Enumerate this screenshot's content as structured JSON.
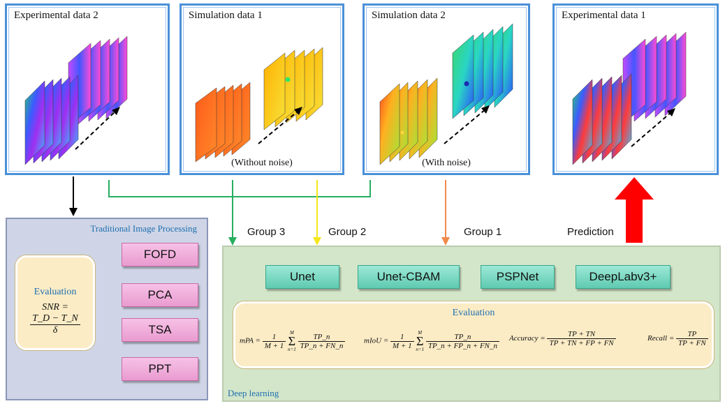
{
  "panels": [
    {
      "title": "Experimental data 2",
      "note": ""
    },
    {
      "title": "Simulation data 1",
      "note": "(Without noise)"
    },
    {
      "title": "Simulation data 2",
      "note": "(With noise)"
    },
    {
      "title": "Experimental data 1",
      "note": ""
    }
  ],
  "groups": {
    "g3": "Group 3",
    "g2": "Group 2",
    "g1": "Group 1",
    "pred": "Prediction"
  },
  "traditional": {
    "title": "Traditional Image Processing",
    "eval_title": "Evaluation",
    "snr": {
      "lhs": "SNR",
      "num": "T_D − T_N",
      "den": "δ"
    },
    "methods": [
      "FOFD",
      "PCA",
      "TSA",
      "PPT"
    ]
  },
  "deep": {
    "title": "Deep learning",
    "models": [
      "Unet",
      "Unet-CBAM",
      "PSPNet",
      "DeepLabv3+"
    ],
    "eval_title": "Evaluation",
    "metrics": {
      "mpa": {
        "lhs": "mPA",
        "pre_num": "1",
        "pre_den": "M + 1",
        "num": "TP_n",
        "den": "TP_n + FN_n"
      },
      "miou": {
        "lhs": "mIoU",
        "pre_num": "1",
        "pre_den": "M + 1",
        "num": "TP_n",
        "den": "TP_n + FP_n + FN_n"
      },
      "acc": {
        "lhs": "Accuracy",
        "num": "TP + TN",
        "den": "TP + TN + FP + FN"
      },
      "recall": {
        "lhs": "Recall",
        "num": "TP",
        "den": "TP + FN"
      }
    },
    "sum_top": "M",
    "sum_bottom": "n=1"
  },
  "colors": {
    "panel_border": "#4a90d9",
    "green_line": "#27ae60",
    "yellow_line": "#f5e61a",
    "orange_line": "#f08a4b",
    "prediction_arrow": "#ff0000",
    "black_arrow": "#000000"
  }
}
